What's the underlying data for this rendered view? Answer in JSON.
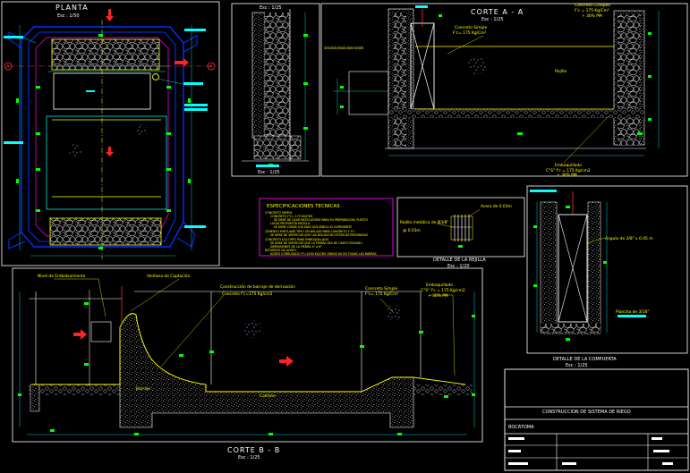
{
  "colors": {
    "background": "#000000",
    "frame": "#ffffff",
    "wall": "#0033ff",
    "cyan": "#00ffff",
    "yellow": "#ffff00",
    "magenta": "#ff00ff",
    "green": "#00ff00",
    "red": "#ff0000",
    "concrete": "#d8d8d8"
  },
  "views": {
    "plan": {
      "title": "PLANTA",
      "scale": "Esc : 1/50",
      "section_marker": "A"
    },
    "section_aa": {
      "title": "CORTE A - A",
      "scale": "Esc : 1/25",
      "notes": {
        "canal_existente": "Canal de construcción y demarcación a empalmar al canal existente",
        "concreto_simple": "Concreto Simple",
        "fc_simple": "F'c= 175 Kg/Cm²",
        "concreto_ciclopeo": "Concreto Ciclopeo",
        "fc_ciclopeo": "F'c = 175 Kg/Cm²",
        "pm_ciclopeo": "+ 30% PM",
        "rejilla": "Rejilla",
        "empedrado": "Emboquillado",
        "fc_empedrado": "C°S° f'c = 175 Kg/cm2",
        "pm_empedrado": "+ 30% PM"
      }
    },
    "small_section": {
      "scale": "Esc : 1/25"
    },
    "specs": {
      "title": "ESPECIFICACIONES TECNICAS",
      "lines": [
        "CONCRETO SIMPLE",
        "CONCRETO F'C= 175 KG/CM2",
        "SE DEBE DE USAR MEZCLADORA PARA SU PREPARACION, PUESTO",
        "LLEGA PROPUESTA MEZCLA",
        "SE DEBE CURAR LOS DIAS QUE INDICA EL EXPEDIENTE",
        "CEMENTO PORTLAND TIPO I EN BOLSAS PARA CONCRETO Y F'C",
        "SE DEBE DE VERIFICAR QUE LAS BOLSAS NO ESTEN DETERIORADAS",
        "CONCRETO CICLOPEO PARA EMBOQUILLADO",
        "SE DEBE DE VERIFICAR QUE LA PIEDRA SEA DE CANTO RODADO",
        "DIMENSIONES DE LA PIEDRA 4\" A 6\"",
        "REFUERZO DE ACERO",
        "ACERO CORRUGADO FY=4200 KG/CM2 GRADO 60 EN TODAS LAS BARRAS"
      ]
    },
    "grate_detail": {
      "title": "DETALLE DE LA REJILLA",
      "scale": "Esc : 1/20",
      "label_spacing": "Acero de 0.03m",
      "label_bars": "Rejilla metálica de Ø3/8\"",
      "label_bars2": "@ 0.03m"
    },
    "gate_detail": {
      "title": "DETALLE DE LA COMPUERTA",
      "scale": "Esc : 1/25",
      "label_angle": "Angulo de 3/8\" x 0.05 m",
      "label_plate": "Plancha de 3/16\""
    },
    "section_bb": {
      "title": "CORTE B - B",
      "scale": "Esc : 1/25",
      "labels": {
        "nivel_embalse": "Nivel de Embalsamiento",
        "ventana": "Ventana de Captación",
        "barraje": "Construcción de barraje de derivación",
        "fc_barraje": "Concreto f'c=175 Kg/cm2",
        "concreto_simple": "Concreto Simple",
        "fc_simple": "F'c= 175 Kg/Cm²",
        "emboquillado": "Emboquillado",
        "fc_emboquillado": "C°S° f'c = 175 Kg/cm2",
        "pm_emboquillado": "+ 30% PM",
        "barraje_label": "Barraje",
        "colchon": "Colchón"
      }
    }
  },
  "title_block": {
    "project": "CONSTRUCCION DE SISTEMA DE RIEGO",
    "sheet_label": "BOCATOMA"
  }
}
